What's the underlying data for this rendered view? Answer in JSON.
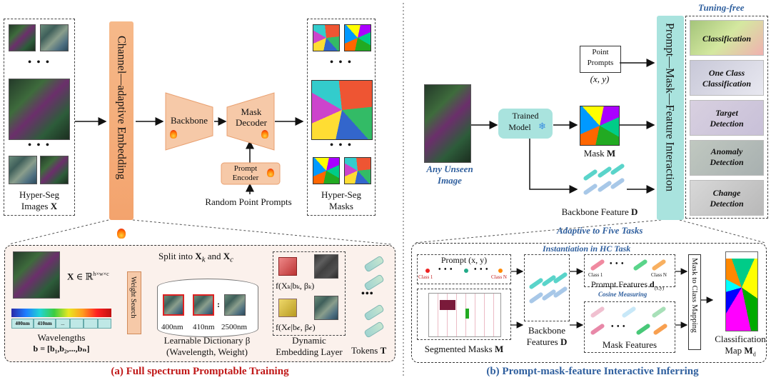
{
  "left_panel": {
    "input_label_line1": "Hyper-Seg",
    "input_label_line2": "Images",
    "input_symbol": "X",
    "embedding_bar": "Channel—adaptive  Embedding",
    "backbone": "Backbone",
    "mask_decoder_line1": "Mask",
    "mask_decoder_line2": "Decoder",
    "prompt_encoder_line1": "Prompt",
    "prompt_encoder_line2": "Encoder",
    "random_prompts": "Random Point Prompts",
    "output_label_line1": "Hyper-Seg",
    "output_label_line2": "Masks",
    "ellipsis": "• • •"
  },
  "embedding_detail": {
    "x_def": "X ∈ ℝ^{h×w×c}",
    "x_bold": "X",
    "x_space": "∈ ℝ",
    "x_sup": "h×w×c",
    "wavelength_ticks": [
      "400nm",
      "410nm",
      "...",
      "",
      "",
      ""
    ],
    "wavelengths_label": "Wavelengths",
    "b_def": "b = [b₁,b₂,...,bₙ]",
    "weight_search": "Weight Search",
    "split_text": "Split into Xₖ and X𝒸",
    "split_prefix": "Split into",
    "split_xk": "X",
    "split_k": "k",
    "split_and": "and",
    "split_xc": "X",
    "split_c": "c",
    "dict_labels": [
      "400nm",
      "410nm",
      "2500nm"
    ],
    "dict_colon": ":",
    "dict_title_line1": "Learnable Dictionary β",
    "dict_title_line2": "(Wavelength, Weight)",
    "fk": "f(Xₖ|bₖ, βₖ)",
    "fc": "f(X𝒸|b𝒸, β𝒸)",
    "dyn_line1": "Dynamic",
    "dyn_line2": "Embedding Layer",
    "tokens": "Tokens T",
    "tokens_word": "Tokens",
    "tokens_sym": "T",
    "token_dots": "•••"
  },
  "caption_a": "(a) Full spectrum Promptable Training",
  "right_panel": {
    "tuning_free": "Tuning-free",
    "point_prompts_line1": "Point",
    "point_prompts_line2": "Prompts",
    "xy": "(x, y)",
    "trained_model_line1": "Trained",
    "trained_model_line2": "Model",
    "snow": "❄",
    "any_unseen_line1": "Any Unseen",
    "any_unseen_line2": "Image",
    "mask_m": "Mask M",
    "mask_word": "Mask",
    "mask_sym": "M",
    "backbone_feature": "Backbone Feature D",
    "backbone_feature_word": "Backbone Feature",
    "backbone_feature_sym": "D",
    "interaction_bar": "Prompt—Mask—Feature  Interaction",
    "tasks": [
      {
        "line1": "Classification",
        "line2": ""
      },
      {
        "line1": "One Class",
        "line2": "Classification"
      },
      {
        "line1": "Target",
        "line2": "Detection"
      },
      {
        "line1": "Anomaly",
        "line2": "Detection"
      },
      {
        "line1": "Change",
        "line2": "Detection"
      }
    ],
    "adaptive": "Adaptive to Five Tasks"
  },
  "hc_detail": {
    "title": "Instantiation in HC Task",
    "prompt_xy": "Prompt (x, y)",
    "class1": "Class 1",
    "classN": "Class N",
    "dots": "• • •",
    "seg_masks": "Segmented Masks M",
    "seg_masks_word": "Segmented Masks",
    "seg_masks_sym": "M",
    "backbone_line1": "Backbone",
    "backbone_line2": "Features D",
    "backbone_word2": "Features",
    "backbone_sym": "D",
    "prompt_features_class1": "Class 1",
    "prompt_features_classN": "Class N",
    "prompt_features": "Prompt Features d(x,y)",
    "prompt_features_word": "Prompt Features",
    "prompt_features_sym": "d",
    "prompt_features_sub": "(x,y)",
    "cosine": "Cosine Measuring",
    "mask_features": "Mask Features",
    "mask_to_class": "Mask to Class Mapping",
    "class_map_line1": "Classification",
    "class_map_line2": "Map M",
    "class_map_sym": "M",
    "class_map_sub": "d"
  },
  "caption_b": "(b) Prompt-mask-feature Interactive Inferring",
  "colors": {
    "orange_bar": "#f3a36d",
    "teal_bar": "#a9e3de",
    "caption_red": "#c01818",
    "label_blue": "#2f5f9e",
    "panel_bg": "#fbf1ec"
  }
}
